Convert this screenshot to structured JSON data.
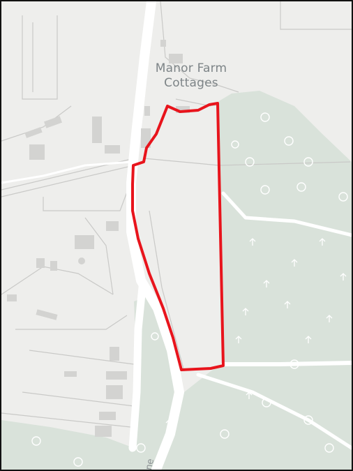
{
  "map": {
    "place_label_line1": "Manor Farm",
    "place_label_line2": "Cottages",
    "road_label_fragment": "ne",
    "colors": {
      "land": "#eeeeec",
      "woodland": "#d9e2da",
      "road": "#ffffff",
      "building": "#d3d3d1",
      "boundary_line": "#c9c9c7",
      "site_outline": "#e8141c",
      "tree_symbol": "#ffffff",
      "frame": "#111111"
    },
    "icons": [
      "tree-symbol",
      "woodland-tree-symbol"
    ]
  }
}
